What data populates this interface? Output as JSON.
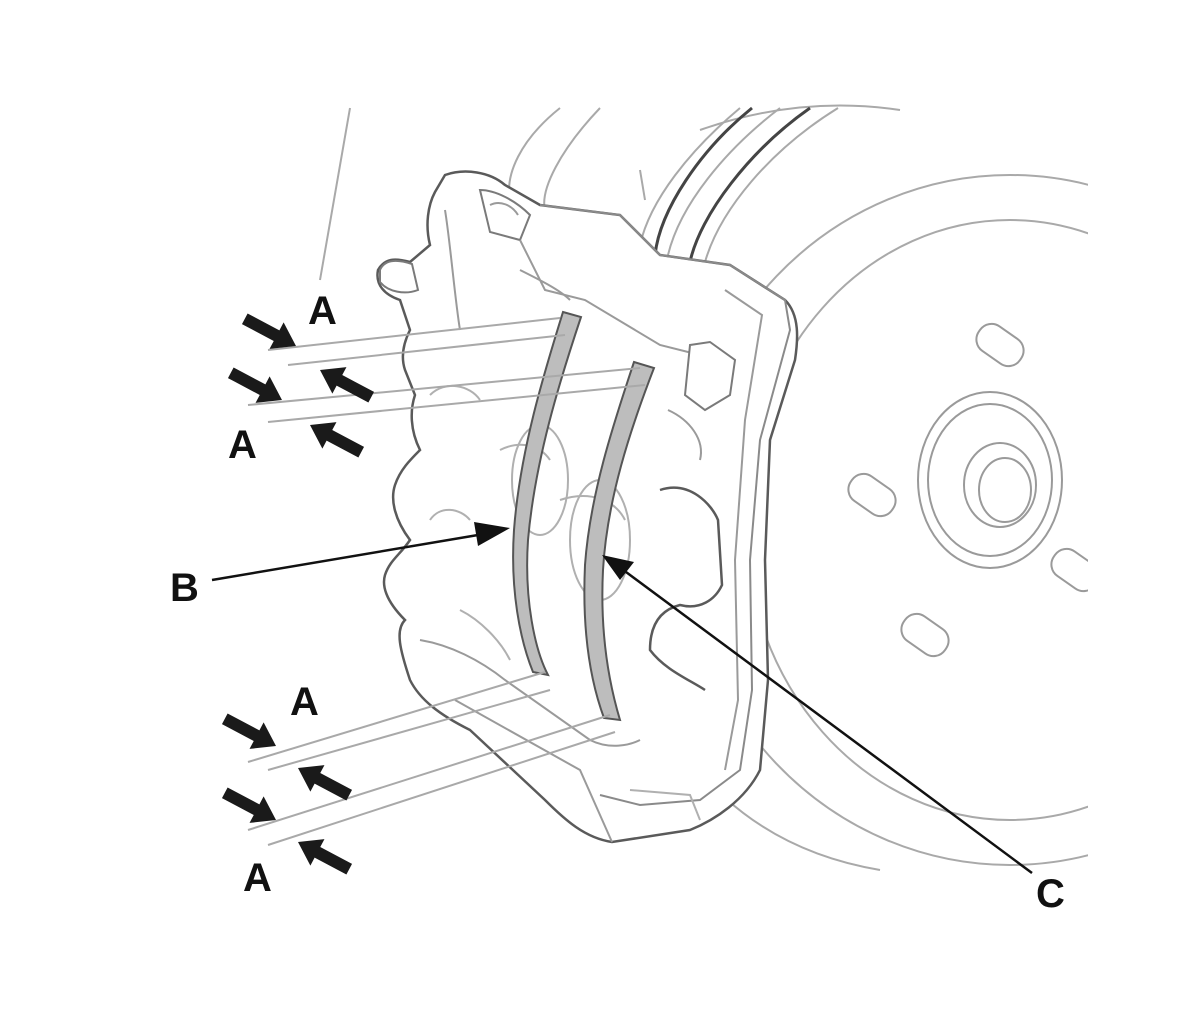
{
  "callouts": {
    "a1": "A",
    "a2": "A",
    "a3": "A",
    "a4": "A",
    "b": "B",
    "c": "C"
  },
  "colors": {
    "line_art": "#a9a9a9",
    "outline": "#5a5a5a",
    "leader": "#111111",
    "shim": "#bdbdbd"
  }
}
